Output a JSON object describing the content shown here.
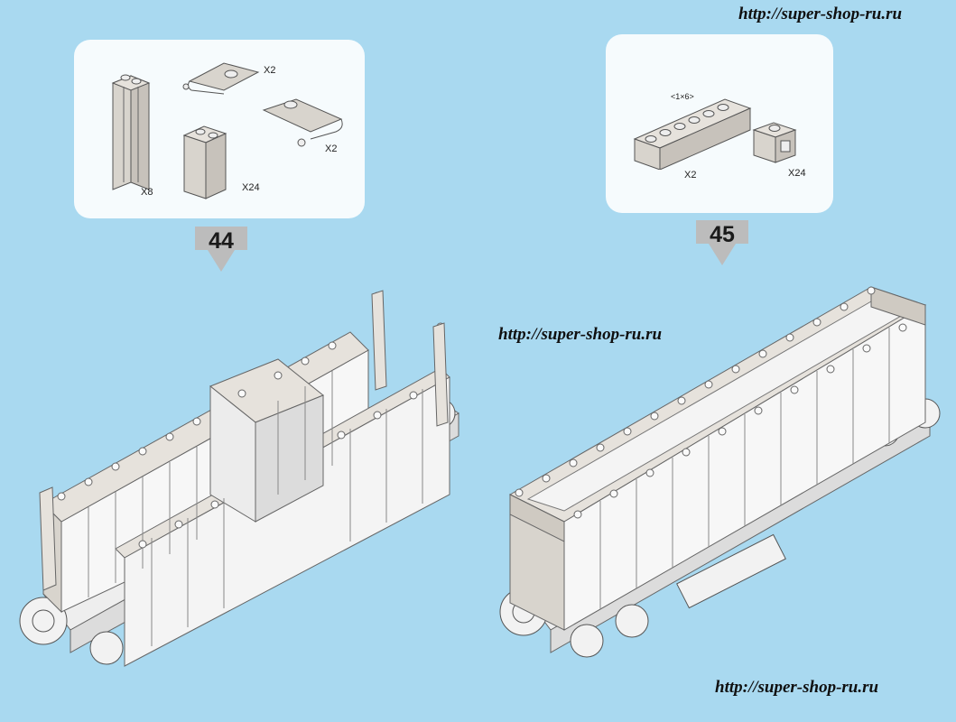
{
  "watermark_text": "http://super-shop-ru.ru",
  "steps": [
    {
      "number": "44",
      "parts": [
        {
          "name": "tall-column-brick",
          "qty": "X8"
        },
        {
          "name": "curved-slope-plate-a",
          "qty": "X2"
        },
        {
          "name": "panel-1x2x3",
          "qty": "X24"
        },
        {
          "name": "curved-slope-plate-b",
          "qty": "X2"
        }
      ]
    },
    {
      "number": "45",
      "parts": [
        {
          "name": "brick-1x6",
          "size_label": "<1×6>",
          "qty": "X2"
        },
        {
          "name": "brick-1x1-headlight",
          "qty": "X24"
        }
      ]
    }
  ],
  "colors": {
    "background": "#a9d9f0",
    "panel": "#f6fbfd",
    "part_fill": "#d8d4cd",
    "arrow": "#bcbcbc"
  }
}
